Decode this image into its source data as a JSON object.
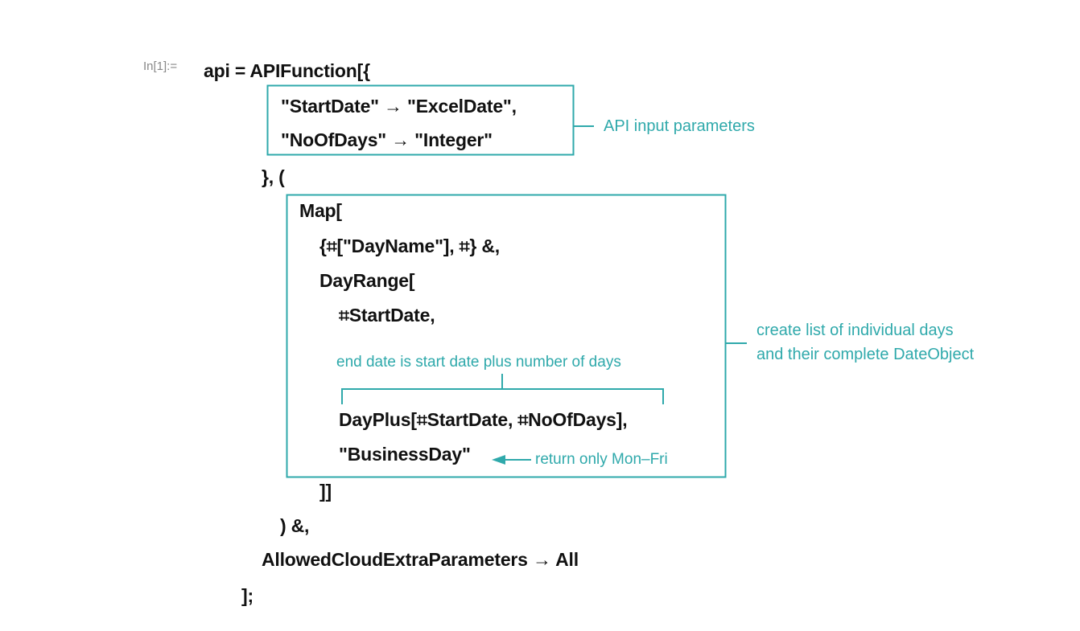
{
  "cell": {
    "prompt": "In[1]:=",
    "lines": [
      "api = APIFunction[{",
      "\"StartDate\" → \"ExcelDate\",",
      "\"NoOfDays\" → \"Integer\"",
      "}, (",
      "Map[",
      "{⌗[\"DayName\"], ⌗} &,",
      "DayRange[",
      "⌗StartDate,",
      "DayPlus[⌗StartDate, ⌗NoOfDays],",
      "\"BusinessDay\"",
      "]]",
      ") &,",
      "AllowedCloudExtraParameters → All",
      "];"
    ]
  },
  "annotations": {
    "api_params": "API input parameters",
    "create_list_line1": "create list of individual days",
    "create_list_line2": "and their complete DateObject",
    "end_date": "end date is start date plus number of days",
    "business_day": "return only Mon–Fri"
  },
  "colors": {
    "accent": "#2fa9ab",
    "code": "#111111",
    "prompt": "#888888"
  }
}
